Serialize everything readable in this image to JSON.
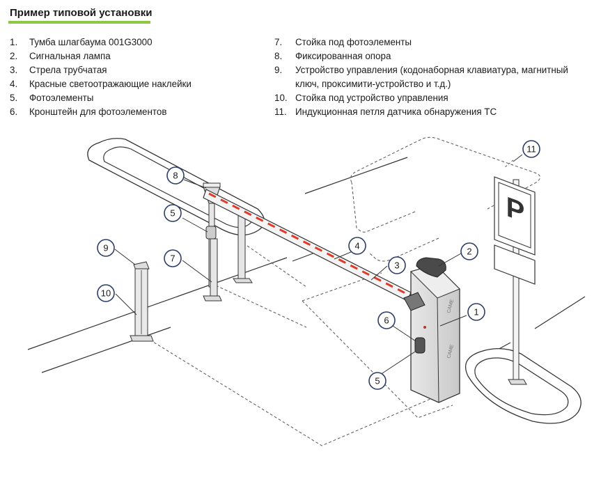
{
  "title": "Пример типовой установки",
  "legend_left": [
    {
      "num": "1.",
      "text": "Тумба шлагбаума 001G3000"
    },
    {
      "num": "2.",
      "text": "Сигнальная лампа"
    },
    {
      "num": "3.",
      "text": "Стрела трубчатая"
    },
    {
      "num": "4.",
      "text": "Красные светоотражающие наклейки"
    },
    {
      "num": "5.",
      "text": "Фотоэлементы"
    },
    {
      "num": "6.",
      "text": "Кронштейн для фотоэлементов"
    }
  ],
  "legend_right": [
    {
      "num": "7.",
      "text": "Стойка под фотоэлементы"
    },
    {
      "num": "8.",
      "text": "Фиксированная опора"
    },
    {
      "num": "9.",
      "text": "Устройство управления (кодонаборная клавиатура, магнитный"
    },
    {
      "num": "",
      "text": "ключ, проксимити-устройство и т.д.)"
    },
    {
      "num": "10.",
      "text": "Стойка под устройство управления"
    },
    {
      "num": "11.",
      "text": "Индукционная петля датчика обнаружения ТС"
    }
  ],
  "callouts": {
    "c1": "1",
    "c2": "2",
    "c3": "3",
    "c4": "4",
    "c5a": "5",
    "c5b": "5",
    "c6": "6",
    "c7": "7",
    "c8": "8",
    "c9": "9",
    "c10": "10",
    "c11": "11"
  },
  "brand_text": "CAME",
  "colors": {
    "title_underline": "#8dc63f",
    "callout_stroke": "#2d3d68",
    "reflector": "#e03a2a",
    "line": "#333333"
  }
}
